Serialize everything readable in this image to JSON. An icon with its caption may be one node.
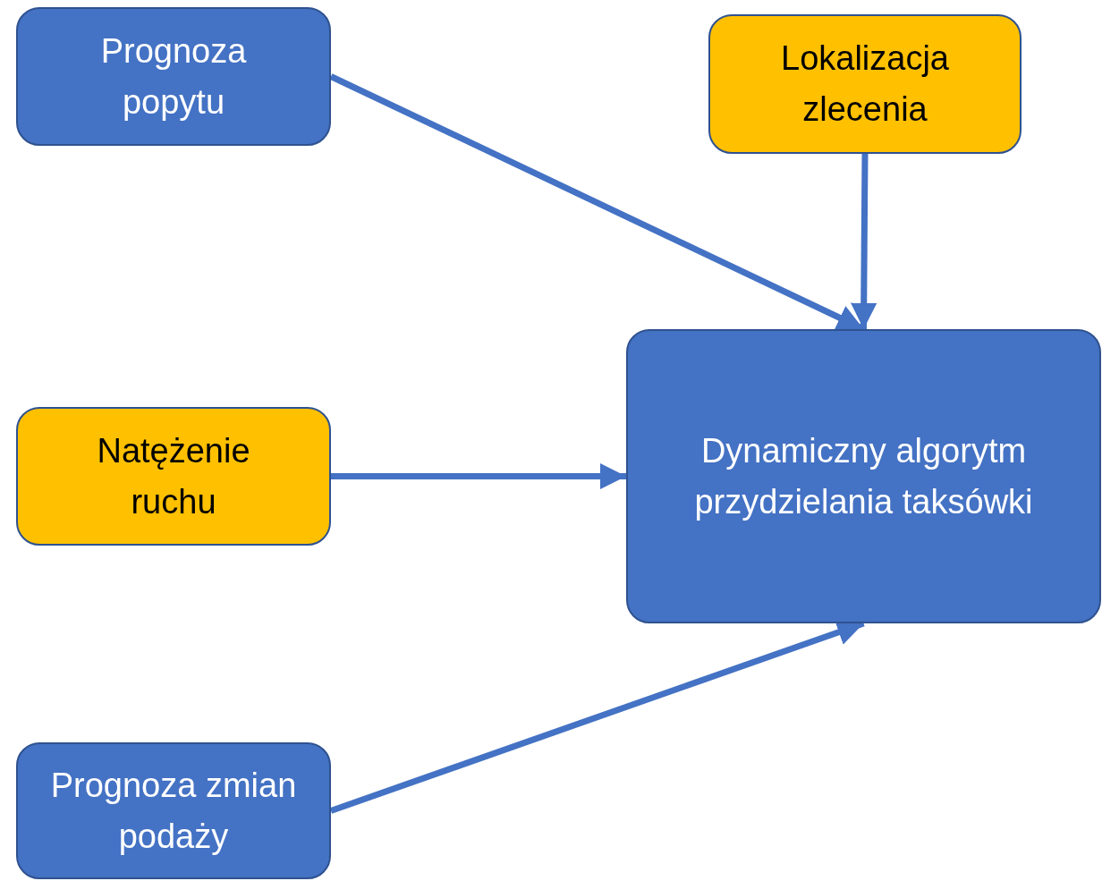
{
  "diagram": {
    "nodes": [
      {
        "text": [
          "Prognoza popytu"
        ]
      },
      {
        "text": [
          "Lokalizacja zlecenia"
        ]
      },
      {
        "text": [
          "Natężenie ruchu"
        ]
      },
      {
        "text": [
          "Dynamiczny algorytm przydzielania taksówki"
        ]
      },
      {
        "text": [
          "Prognoza zmian podaży"
        ]
      }
    ],
    "edges": [
      {
        "from": 0,
        "to": 3,
        "arrow": "to"
      },
      {
        "from": 1,
        "to": 3,
        "arrow": "to"
      },
      {
        "from": 2,
        "to": 3,
        "arrow": "to"
      },
      {
        "from": 4,
        "to": 3,
        "arrow": "to"
      }
    ]
  }
}
